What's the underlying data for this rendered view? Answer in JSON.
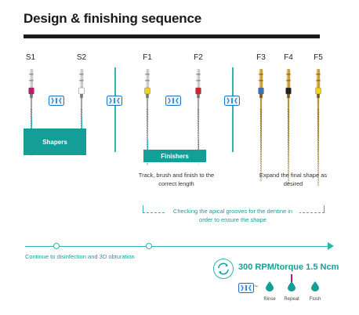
{
  "title": "Design & finishing sequence",
  "files": [
    {
      "label": "S1",
      "handle_color": "#c8c8c8",
      "ring_color": "#c2186b",
      "shaft": "silver"
    },
    {
      "label": "S2",
      "handle_color": "#c8c8c8",
      "ring_color": "#ffffff",
      "shaft": "silver"
    },
    {
      "label": "F1",
      "handle_color": "#c8c8c8",
      "ring_color": "#f2d21b",
      "shaft": "silver"
    },
    {
      "label": "F2",
      "handle_color": "#c8c8c8",
      "ring_color": "#d4212a",
      "shaft": "silver"
    },
    {
      "label": "F3",
      "handle_color": "#c9a035",
      "ring_color": "#3a6fc4",
      "shaft": "gold"
    },
    {
      "label": "F4",
      "handle_color": "#c9a035",
      "ring_color": "#222222",
      "shaft": "gold"
    },
    {
      "label": "F5",
      "handle_color": "#c9a035",
      "ring_color": "#f2d21b",
      "shaft": "gold"
    }
  ],
  "groups": {
    "shapers": "Shapers",
    "finishers": "Finishers"
  },
  "notes": {
    "finish": "Track, brush and finish to the correct length",
    "expand": "Expand the final shape as desired",
    "apical": "Checking the apical grooves for the dentine in order to ensure the shape"
  },
  "flow_text": "Continue to disinfection and 3D obturation",
  "rpm": "300 RPM/torque 1.5 Ncm",
  "legend": {
    "tilde": "~",
    "rinse": "Rinse",
    "repeat": "Repeat",
    "flush": "Flush"
  },
  "colors": {
    "teal": "#139f98",
    "teal_light": "#2fb5b1",
    "black": "#1c1c1c",
    "rri_blue": "#1d73c4"
  },
  "icons": {
    "rri": "rri-icon",
    "rotation": "rotation-icon",
    "drop": "drop-icon"
  }
}
